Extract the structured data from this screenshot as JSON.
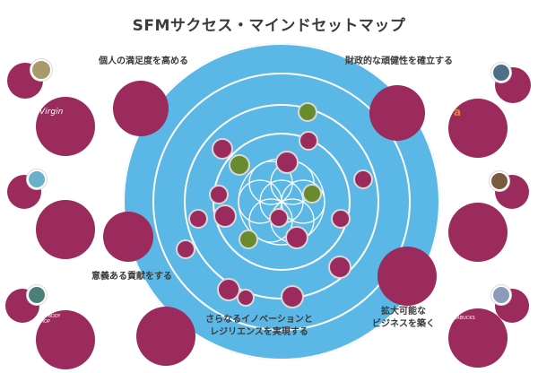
{
  "title": "SFMサクセス・マインドセットマップ",
  "quadrants": {
    "top_left": "個人の満足度を高める",
    "top_right": "財政的な頑健性を確立する",
    "mid_left": "意義ある貢献をする",
    "bottom_center_line1": "さらなるイノベーションと",
    "bottom_center_line2": "レジリエンスを実現する",
    "bottom_right_line1": "拡大可能な",
    "bottom_right_line2": "ビジネスを築く"
  },
  "badges": {
    "virgin": "Virgin",
    "amazon": "a",
    "body_shop": "THE BODY SHOP",
    "starbucks": "STARBUCKS"
  },
  "colors": {
    "accent": "#9b2a5d",
    "wheel": "#5bb8e6",
    "wheel_ring": "#ffffff",
    "text": "#3a3a3a"
  }
}
